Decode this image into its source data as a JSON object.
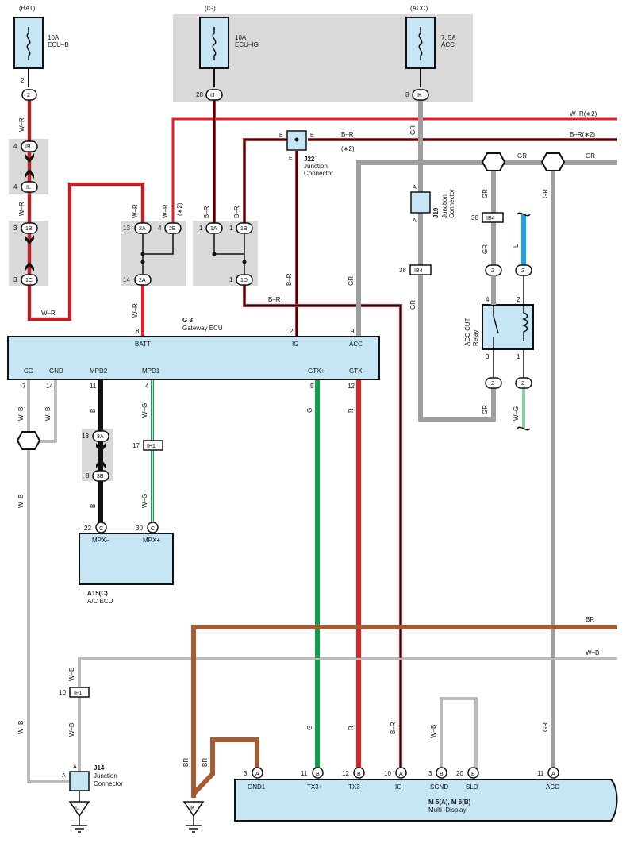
{
  "colors": {
    "component_fill": "#c6e6f6",
    "shade": "#d9d9d9",
    "wire_red": "#e32028",
    "wire_green": "#0da14a",
    "wire_brown": "#a85a33",
    "wire_gray": "#9e9e9e",
    "wire_blue": "#1aa3e8",
    "wire_black": "#111111"
  },
  "power": {
    "bat": "(BAT)",
    "ig": "(IG)",
    "acc": "(ACC)"
  },
  "fuses": {
    "ecu_b": {
      "rating": "10A",
      "name": "ECU–B"
    },
    "ecu_ig": {
      "rating": "10A",
      "name": "ECU–IG"
    },
    "acc": {
      "rating": "7. 5A",
      "name": "ACC"
    }
  },
  "connectors": {
    "ib": "IB",
    "il": "IL",
    "b1": "1B",
    "c1": "1C",
    "a2": "2A",
    "e2": "2E",
    "a1": "1A",
    "b1r": "1B",
    "d1": "1D",
    "ij_top": "IJ",
    "ik_top": "IK",
    "a3": "3A",
    "b3": "3B",
    "ih1": "IH1",
    "ib4_a": "IB4",
    "ib4_b": "IB4",
    "if1": "IF1",
    "c": "C",
    "a": "A",
    "b": "B",
    "two": "2",
    "gnd_ij": "IJ",
    "gnd_ik": "IK",
    "e": "E",
    "a_letter": "A"
  },
  "pins": {
    "p2": "2",
    "p4": "4",
    "p3": "3",
    "p13": "13",
    "p14": "14",
    "p1": "1",
    "p28": "28",
    "p8": "8",
    "p9": "9",
    "p7": "7",
    "p11": "11",
    "p12": "12",
    "p18": "18",
    "p22": "22",
    "p30": "30",
    "p17": "17",
    "p38": "38",
    "p10": "10",
    "p20": "20"
  },
  "wire_labels": {
    "wr": "W–R",
    "wr_star2": "W–R(∗2)",
    "br_r": "B–R",
    "br_r_star2": "B–R(∗2)",
    "star2": "(∗2)",
    "gr": "GR",
    "wb": "W–B",
    "b": "B",
    "wg": "W–G",
    "g": "G",
    "r": "R",
    "br": "BR",
    "l": "L"
  },
  "components": {
    "gateway": {
      "code": "G 3",
      "name": "Gateway ECU",
      "batt": "BATT",
      "ig": "IG",
      "acc": "ACC",
      "cg": "CG",
      "gnd": "GND",
      "mpd2": "MPD2",
      "mpd1": "MPD1",
      "gtxp": "GTX+",
      "gtxm": "GTX–"
    },
    "ac_ecu": {
      "code": "A15(C)",
      "name": "A/C ECU",
      "mpxm": "MPX–",
      "mpxp": "MPX+"
    },
    "multi_display": {
      "code": "M 5(A), M 6(B)",
      "name": "Multi–Display",
      "gnd1": "GND1",
      "tx3p": "TX3+",
      "tx3m": "TX3–",
      "ig": "IG",
      "sgnd": "SGND",
      "sld": "SLD",
      "acc": "ACC"
    },
    "relay": {
      "name": "ACC CUT",
      "sub": "Relay"
    },
    "j22": {
      "code": "J22",
      "name1": "Junction",
      "name2": "Connector"
    },
    "j19": {
      "code": "J19",
      "name1": "Junction",
      "name2": "Connector"
    },
    "j14": {
      "code": "J14",
      "name1": "Junction",
      "name2": "Connector"
    }
  }
}
